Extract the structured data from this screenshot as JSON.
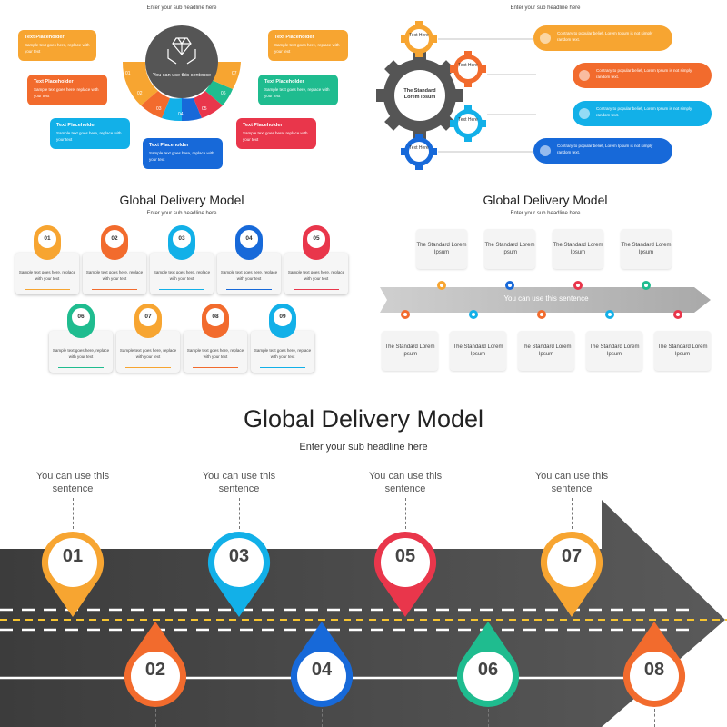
{
  "panel1": {
    "subtitle": "Enter your sub headline here",
    "center_text": "You can use this sentence",
    "segments": [
      "01",
      "02",
      "03",
      "04",
      "05",
      "06",
      "07"
    ],
    "boxes": [
      {
        "title": "Text Placeholder",
        "body": "Sample text goes here, replace with your text",
        "color": "#F7A531"
      },
      {
        "title": "Text Placeholder",
        "body": "Sample text goes here, replace with your text",
        "color": "#F26B2D"
      },
      {
        "title": "Text Placeholder",
        "body": "Sample text goes here, replace with your text",
        "color": "#12B0E8"
      },
      {
        "title": "Text Placeholder",
        "body": "Sample text goes here, replace with your text",
        "color": "#1769D9"
      },
      {
        "title": "Text Placeholder",
        "body": "Sample text goes here, replace with your text",
        "color": "#F7A531"
      },
      {
        "title": "Text Placeholder",
        "body": "Sample text goes here, replace with your text",
        "color": "#1FBC8F"
      },
      {
        "title": "Text Placeholder",
        "body": "Sample text goes here, replace with your text",
        "color": "#E9364B"
      }
    ]
  },
  "panel2": {
    "subtitle": "Enter your sub headline here",
    "main_gear": "The Standard Lorem Ipsum",
    "gears": [
      "Text Here",
      "Text Here",
      "Text Here",
      "Text Here"
    ],
    "pills": [
      {
        "text": "Contrary to popular belief, Lorem Ipsum is not simply random text.",
        "color": "#F7A531"
      },
      {
        "text": "Contrary to popular belief, Lorem Ipsum is not simply random text.",
        "color": "#F26B2D"
      },
      {
        "text": "Contrary to popular belief, Lorem Ipsum is not simply random text.",
        "color": "#12B0E8"
      },
      {
        "text": "Contrary to popular belief, Lorem Ipsum is not simply random text.",
        "color": "#1769D9"
      }
    ]
  },
  "panel3": {
    "title": "Global Delivery Model",
    "subtitle": "Enter your sub headline here",
    "cards": [
      {
        "num": "01",
        "text": "Sample text goes here, replace with your text",
        "color": "#F7A531"
      },
      {
        "num": "02",
        "text": "Sample text goes here, replace with your text",
        "color": "#F26B2D"
      },
      {
        "num": "03",
        "text": "Sample text goes here, replace with your text",
        "color": "#12B0E8"
      },
      {
        "num": "04",
        "text": "Sample text goes here, replace with your text",
        "color": "#1769D9"
      },
      {
        "num": "05",
        "text": "Sample text goes here, replace with your text",
        "color": "#E9364B"
      },
      {
        "num": "06",
        "text": "Sample text goes here, replace with your text",
        "color": "#1FBC8F"
      },
      {
        "num": "07",
        "text": "Sample text goes here, replace with your text",
        "color": "#F7A531"
      },
      {
        "num": "08",
        "text": "Sample text goes here, replace with your text",
        "color": "#F26B2D"
      },
      {
        "num": "09",
        "text": "Sample text goes here, replace with your text",
        "color": "#12B0E8"
      }
    ]
  },
  "panel4": {
    "title": "Global Delivery Model",
    "subtitle": "Enter your sub headline here",
    "arrow_text": "You can use this sentence",
    "top_cards": [
      "The Standard Lorem Ipsum",
      "The Standard Lorem Ipsum",
      "The Standard Lorem Ipsum",
      "The Standard Lorem Ipsum"
    ],
    "bottom_cards": [
      "The Standard Lorem Ipsum",
      "The Standard Lorem Ipsum",
      "The Standard Lorem Ipsum",
      "The Standard Lorem Ipsum",
      "The Standard Lorem Ipsum"
    ],
    "top_dot_colors": [
      "#F7A531",
      "#1769D9",
      "#E9364B",
      "#1FBC8F"
    ],
    "bottom_dot_colors": [
      "#F26B2D",
      "#12B0E8",
      "#F26B2D",
      "#12B0E8",
      "#E9364B"
    ]
  },
  "main": {
    "title": "Global Delivery Model",
    "subtitle": "Enter your sub headline here",
    "captions": [
      "You can use this sentence",
      "You can use this sentence",
      "You can use this sentence",
      "You can use this sentence"
    ],
    "pins_top": [
      {
        "num": "01",
        "color": "#F7A531"
      },
      {
        "num": "03",
        "color": "#12B0E8"
      },
      {
        "num": "05",
        "color": "#E9364B"
      },
      {
        "num": "07",
        "color": "#F7A531"
      }
    ],
    "pins_bottom": [
      {
        "num": "02",
        "color": "#F26B2D"
      },
      {
        "num": "04",
        "color": "#1769D9"
      },
      {
        "num": "06",
        "color": "#1FBC8F"
      },
      {
        "num": "08",
        "color": "#F26B2D"
      }
    ]
  },
  "colors": {
    "orange": "#F7A531",
    "dark_orange": "#F26B2D",
    "sky": "#12B0E8",
    "blue": "#1769D9",
    "red": "#E9364B",
    "teal": "#1FBC8F",
    "road": "#4a4a4a",
    "gear": "#555555"
  }
}
